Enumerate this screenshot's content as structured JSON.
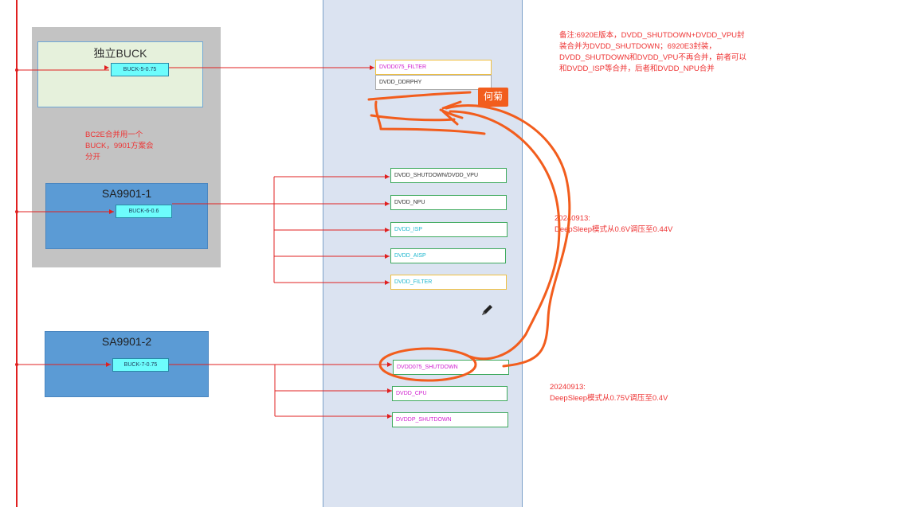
{
  "blocks": {
    "buck_title": "独立BUCK",
    "buck5": "BUCK-5-0.75",
    "sa1_title": "SA9901-1",
    "buck6": "BUCK-6-0.6",
    "sa2_title": "SA9901-2",
    "buck7": "BUCK-7-0.75"
  },
  "rails": {
    "filter": "DVDD075_FILTER",
    "ddrphy": "DVDD_DDRPHY",
    "shutdown_vpu": "DVDD_SHUTDOWN/DVDD_VPU",
    "npu": "DVDD_NPU",
    "isp": "DVDD_ISP",
    "aisp": "DVDD_AISP",
    "dfilter": "DVDD_FILTER",
    "d075_shutdown": "DVDD075_SHUTDOWN",
    "cpu": "DVDD_CPU",
    "dvddp_shutdown": "DVDDP_SHUTDOWN"
  },
  "notes": {
    "bc2e": "BC2E合并用一个\nBUCK，9901方案会\n分开",
    "remark": "备注:6920E版本，DVDD_SHUTDOWN+DVDD_VPU封\n装合并为DVDD_SHUTDOWN；6920E3封装，\nDVDD_SHUTDOWN和DVDD_VPU不再合并，前者可以\n和DVDD_ISP等合并，后者和DVDD_NPU合并",
    "date1": "20240913:\nDeepSleep模式从0.6V调压至0.44V",
    "date2": "20240913:\nDeepSleep模式从0.75V调压至0.4V"
  },
  "annotation_tag": "何菊",
  "icons": {
    "pen": "pencil-icon"
  },
  "colors": {
    "wire": "#e02020",
    "ink": "#f25d1d",
    "lane": "#dbe3f1",
    "sa_box": "#5b9bd5",
    "chip": "#6dfcfc"
  }
}
